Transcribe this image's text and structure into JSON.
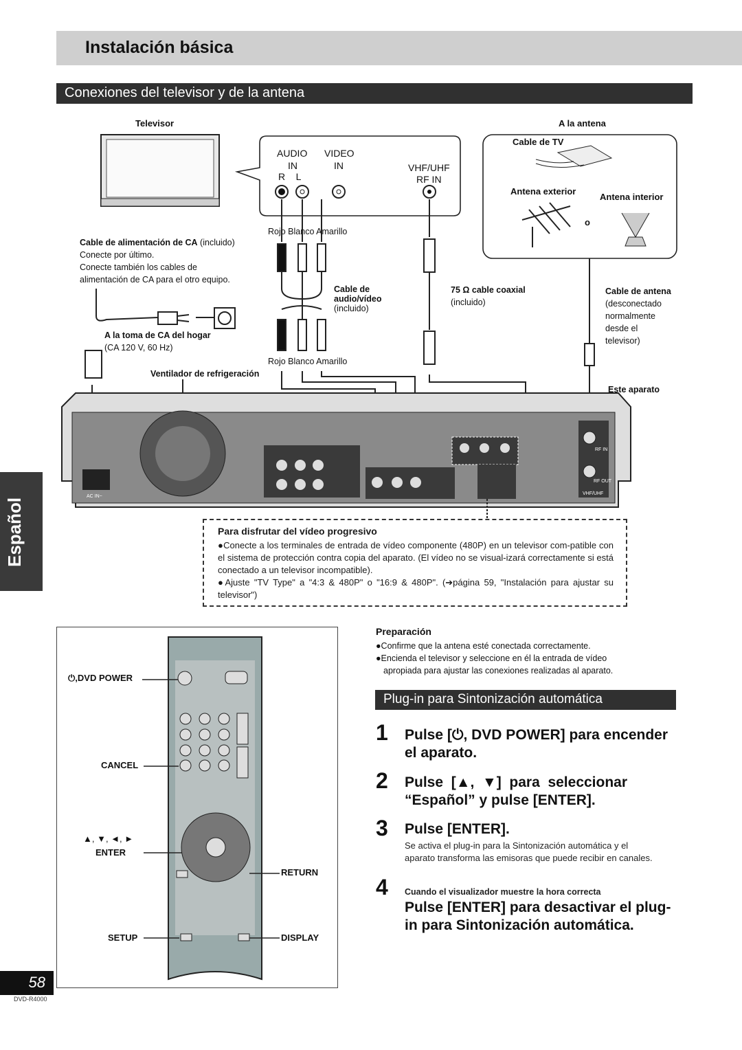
{
  "page": {
    "title": "Instalación básica",
    "section_title": "Conexiones del televisor y de la antena",
    "side_tab": "Español",
    "page_number": "58",
    "model": "DVD-R4000"
  },
  "diagram": {
    "tv_label": "Televisor",
    "antenna_label": "A la antena",
    "tv_cable_label": "Cable de TV",
    "outdoor_antenna": "Antena exterior",
    "indoor_antenna": "Antena interior",
    "or": "o",
    "audio_in": "AUDIO",
    "audio_in2": "IN",
    "rl": "R    L",
    "video_in": "VIDEO",
    "video_in2": "IN",
    "vhf_uhf": "VHF/UHF",
    "rf_in": "RF IN",
    "colors_top": "Rojo Blanco Amarillo",
    "colors_bottom": "Rojo Blanco Amarillo",
    "ac_cable_bold": "Cable de alimentación de CA",
    "ac_cable_rest": " (incluido)",
    "ac_line2": "Conecte por último.",
    "ac_line3": "Conecte también los cables de",
    "ac_line4": "alimentación de CA para el otro equipo.",
    "av_cable_1": "Cable de",
    "av_cable_2": "audio/vídeo",
    "av_cable_3": "(incluido)",
    "coax_1": "75 Ω cable coaxial",
    "coax_2": "(incluido)",
    "ant_cable_1": "Cable de antena",
    "ant_cable_2": "(desconectado",
    "ant_cable_3": "normalmente",
    "ant_cable_4": "desde el",
    "ant_cable_5": "televisor)",
    "outlet_1": "A la toma de CA del hogar",
    "outlet_2": "(CA 120 V, 60 Hz)",
    "fan": "Ventilador de refrigeración",
    "this_unit": "Este aparato",
    "ac_in": "AC IN~",
    "rear_rf_in": "RF IN",
    "rear_rf_out": "RF OUT",
    "rear_vhf": "VHF/UHF"
  },
  "progressive": {
    "heading": "Para disfrutar del vídeo progresivo",
    "bullet1": "●Conecte a los terminales de entrada de vídeo componente (480P) en un televisor com-patible con el sistema de protección contra copia del aparato. (El vídeo no se visual-izará correctamente si está conectado a un televisor incompatible).",
    "bullet2": "●Ajuste \"TV Type\" a \"4:3 & 480P\" o \"16:9 & 480P\". (➔página 59, \"Instalación para ajustar su televisor\")"
  },
  "remote": {
    "dvd_power": "⏻,DVD POWER",
    "cancel": "CANCEL",
    "arrows": "▲, ▼, ◄, ►",
    "enter": "ENTER",
    "return": "RETURN",
    "setup": "SETUP",
    "display": "DISPLAY"
  },
  "preparation": {
    "heading": "Preparación",
    "bullet1": "●Confirme que la antena esté conectada correctamente.",
    "bullet2": "●Encienda el televisor y seleccione en él la entrada de vídeo",
    "bullet2b": "apropiada para ajustar las conexiones realizadas al aparato."
  },
  "plugin": {
    "title": "Plug-in para Sintonización automática",
    "steps": [
      {
        "num": "1",
        "line1": "Pulse [⏻, DVD POWER] para encender",
        "line2": "el aparato."
      },
      {
        "num": "2",
        "line1": "Pulse  [▲,  ▼]  para  seleccionar",
        "line2": "“Español” y pulse [ENTER]."
      },
      {
        "num": "3",
        "line1": "Pulse [ENTER].",
        "note1": "Se activa el plug-in para la Sintonización automática y el",
        "note2": "aparato transforma las emisoras que puede recibir en canales."
      },
      {
        "num": "4",
        "sub": "Cuando el visualizador muestre la hora correcta",
        "line1": "Pulse [ENTER] para desactivar el plug-",
        "line2": "in para Sintonización automática."
      }
    ]
  }
}
